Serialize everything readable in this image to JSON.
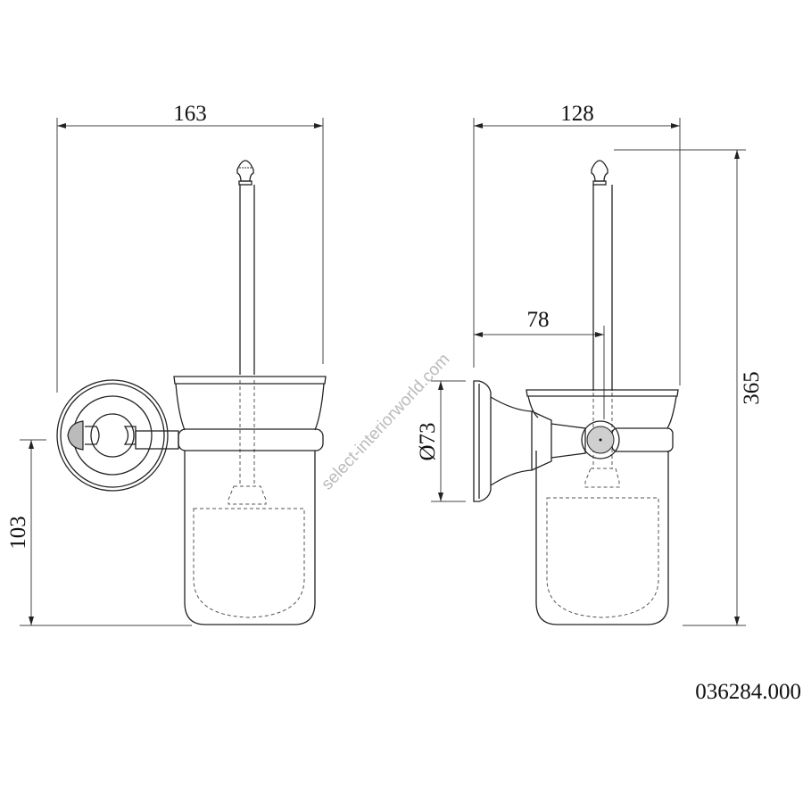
{
  "drawing": {
    "front_view": {
      "width_label": "163",
      "height_label": "103"
    },
    "side_view": {
      "depth_label": "128",
      "projection_label": "78",
      "diameter_label": "Ø73",
      "total_height_label": "365"
    },
    "part_number": "036284.000",
    "watermark": "select-interiorworld.com"
  }
}
